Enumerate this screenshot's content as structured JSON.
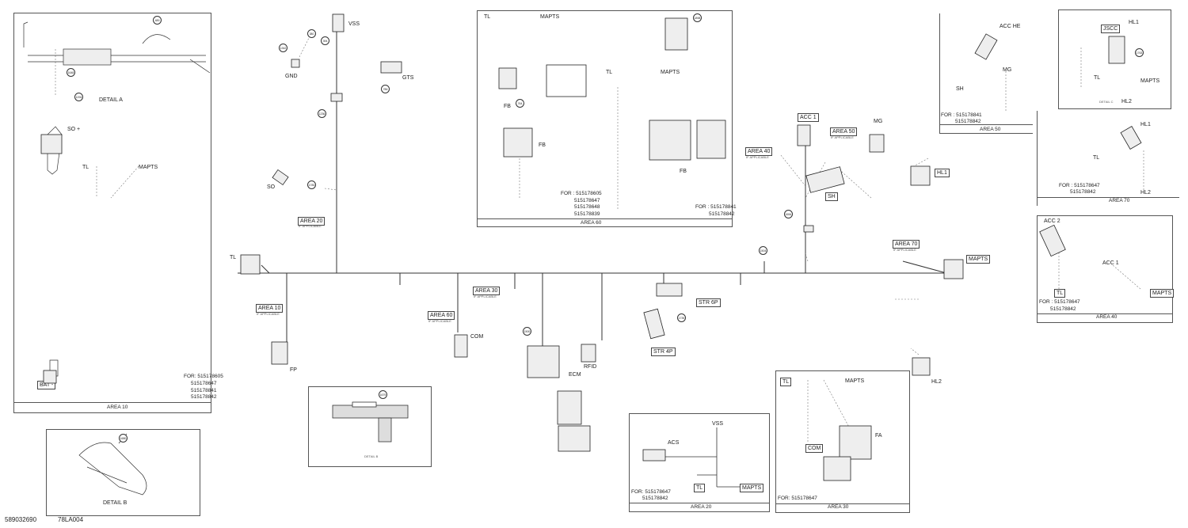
{
  "footer": {
    "doc_number": "589032690",
    "ref_code": "78LA004"
  },
  "areas": {
    "area10": {
      "title": "AREA 10",
      "detail_a": "DETAIL A",
      "so_plus": "SO +",
      "tl": "TL",
      "mapts": "MAPTS",
      "bat": "BAT -",
      "for_label": "FOR: 515178605",
      "parts": [
        "515178647",
        "515178841",
        "515178842"
      ]
    },
    "detail_b": {
      "title": "DETAIL B"
    },
    "area60": {
      "title": "AREA 60",
      "tl": "TL",
      "mapts": "MAPTS",
      "mapts2": "MAPTS",
      "tl2": "TL",
      "fb": "FB",
      "fb2": "FB",
      "fb3": "FB",
      "for_left": "FOR : 515178605",
      "parts_left": [
        "515178647",
        "515178648",
        "515178839"
      ],
      "for_right": "FOR : 515178841",
      "parts_right": [
        "515178842"
      ]
    },
    "area50": {
      "title": "AREA 50",
      "acc_he": "ACC HE",
      "sh": "SH",
      "mg": "MG",
      "for_label": "FOR : 515178841",
      "parts": [
        "515178842"
      ]
    },
    "area70": {
      "title": "AREA 70",
      "jscc": "JSCC",
      "hl1": "HL1",
      "tl": "TL",
      "mapts": "MAPTS",
      "hl2": "HL2",
      "hl1b": "HL1",
      "tl2": "TL",
      "hl2b": "HL2",
      "detail": "DETAIL C",
      "for_label": "FOR : 515178647",
      "parts": [
        "515178842"
      ]
    },
    "area40": {
      "title": "AREA 40",
      "acc2": "ACC 2",
      "acc1": "ACC 1",
      "tl": "TL",
      "mapts": "MAPTS",
      "for_label": "FOR : 515178647",
      "parts": [
        "515178842"
      ]
    },
    "area20": {
      "title": "AREA 20",
      "acs": "ACS",
      "vss": "VSS",
      "tl": "TL",
      "mapts": "MAPTS",
      "for_label": "FOR: 515178647",
      "parts": [
        "515178842"
      ]
    },
    "area30": {
      "title": "AREA 30",
      "tl": "TL",
      "mapts": "MAPTS",
      "fa": "FA",
      "com": "COM",
      "for_label": "FOR: 515178647"
    },
    "detail_c": {
      "title": "DETAIL B"
    }
  },
  "main": {
    "vss": "VSS",
    "gnd": "GND",
    "gts": "GTS",
    "so": "SO",
    "tl": "TL",
    "fp": "FP",
    "com": "COM",
    "ecm": "ECM",
    "rfid": "RFID",
    "str6p": "STR 6P",
    "str4p": "STR 4P",
    "acc1": "ACC 1",
    "mg": "MG",
    "sh": "SH",
    "hl1": "HL1",
    "hl2": "HL2",
    "mapts": "MAPTS",
    "area_tags": {
      "area20": "AREA 20",
      "area10": "AREA 10",
      "area30": "AREA 30",
      "area60": "AREA 60",
      "area40": "AREA 40",
      "area50": "AREA 50",
      "area70": "AREA 70"
    },
    "if_applicable": "IF APPLICABLE"
  },
  "refs": [
    "1294",
    "1648",
    "489",
    "1342",
    "380",
    "394",
    "786",
    "1236",
    "1783",
    "760",
    "764",
    "1898",
    "486",
    "1654",
    "1504",
    "1739",
    "1500",
    "1679",
    "1680",
    "1763"
  ]
}
